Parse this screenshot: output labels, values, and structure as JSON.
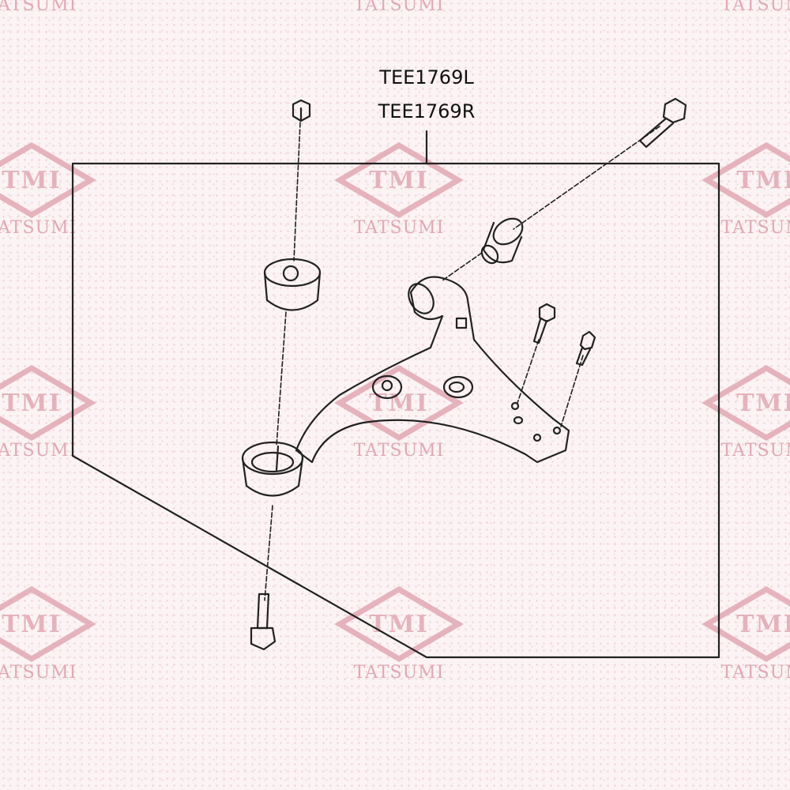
{
  "watermark": {
    "logo": "TMI",
    "brand": "TATSUMI",
    "color": "#e2a8b3"
  },
  "part_numbers": [
    "TEE1769L",
    "TEE1769R"
  ]
}
